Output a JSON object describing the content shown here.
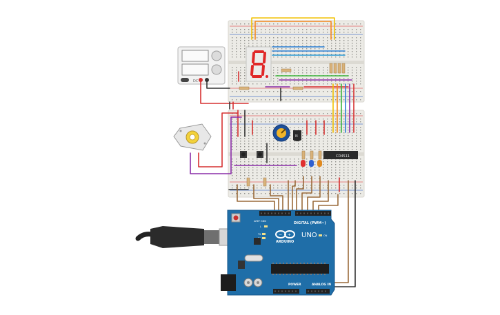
{
  "arduino": {
    "model": "UNO",
    "brand": "ARDUINO",
    "digital_label": "DIGITAL (PWM~)",
    "power_label": "POWER",
    "analog_label": "ANALOG IN",
    "led_tx": "TX",
    "led_rx": "RX",
    "on_label": "ON",
    "aref_label": "AREF",
    "gnd_label": "GND",
    "l_label": "L"
  },
  "ic": {
    "label": "CD4511"
  },
  "power_supply": {
    "label": "DC"
  },
  "transistor": {
    "label": "N"
  },
  "colors": {
    "board_blue": "#1f6ea8",
    "breadboard": "#ecebe6",
    "wire_red": "#d63030",
    "wire_black": "#333333",
    "wire_yellow": "#f2c100",
    "wire_orange": "#f58a1f",
    "wire_green": "#3cb43c",
    "wire_blue": "#2a7fd4",
    "wire_purple": "#8a2da8",
    "wire_brown": "#9a6a3a",
    "seg_display": "#e02828",
    "motor_body": "#e8e8e8"
  }
}
